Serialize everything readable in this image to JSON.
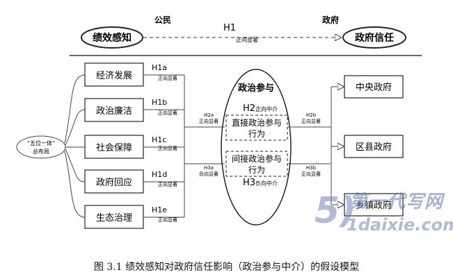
{
  "top": {
    "citizen_label": "公民",
    "gov_label": "政府",
    "left_node": "绩效感知",
    "right_node": "政府信任",
    "h1_label": "H1",
    "h1_sub": "正向显著"
  },
  "root": {
    "line1": "“五位一体”",
    "line2": "总布局"
  },
  "dimensions": [
    {
      "label": "经济发展",
      "hyp": "H1a",
      "sig": "正向显著"
    },
    {
      "label": "政治廉洁",
      "hyp": "H1b",
      "sig": "正向显著"
    },
    {
      "label": "社会保障",
      "hyp": "H1c",
      "sig": "正向显著"
    },
    {
      "label": "政府回应",
      "hyp": "H1d",
      "sig": "正向显著"
    },
    {
      "label": "生态治理",
      "hyp": "H1e",
      "sig": "正向显著"
    }
  ],
  "mediator": {
    "title": "政治参与",
    "h2": "H2",
    "h2_sub": "正向中介",
    "direct_line1": "直接政治参与",
    "direct_line2": "行为",
    "indirect_line1": "间接政治参与",
    "indirect_line2": "行为",
    "h3": "H3",
    "h3_sub": "负向中介"
  },
  "paths": {
    "h2a": "H2a",
    "h2a_sig": "正向显著",
    "h3a": "H3a",
    "h3a_sig": "负向显著",
    "h2b": "H2b",
    "h2b_sig": "正向显著",
    "h3b": "H3b",
    "h3b_sig": "正向显著"
  },
  "outcomes": [
    {
      "label": "中央政府"
    },
    {
      "label": "区县政府"
    },
    {
      "label": "乡镇政府"
    }
  ],
  "caption": "图 3.1  绩效感知对政府信任影响（政治参与中介）的假设模型",
  "watermark": {
    "cn": "第一代写网",
    "url": "1daixie.com"
  }
}
